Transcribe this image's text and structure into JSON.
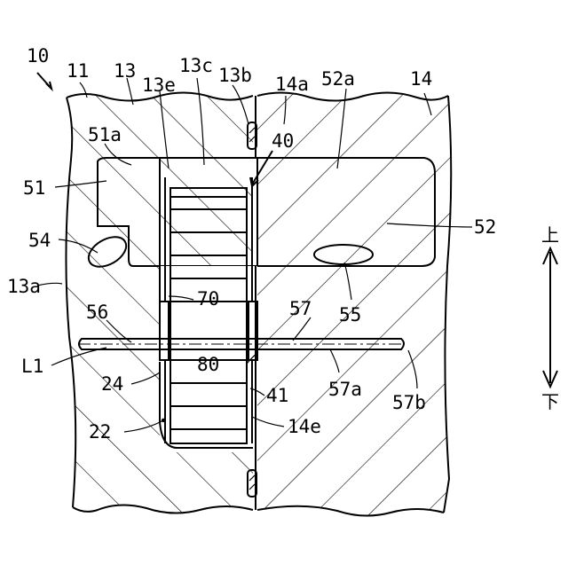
{
  "figure": {
    "ref_numeral": "10",
    "labels": {
      "n11": "11",
      "n13": "13",
      "n13e": "13e",
      "n13c": "13c",
      "n13b": "13b",
      "n14a": "14a",
      "n52a": "52a",
      "n14": "14",
      "n40": "40",
      "n51a": "51a",
      "n51": "51",
      "n52": "52",
      "n54": "54",
      "n13a": "13a",
      "n70": "70",
      "n56": "56",
      "n57": "57",
      "n55": "55",
      "nL1": "L1",
      "n80": "80",
      "n57a": "57a",
      "n57b": "57b",
      "n24": "24",
      "n41": "41",
      "n22": "22",
      "n14e": "14e"
    },
    "direction": {
      "up": "上",
      "down": "下"
    }
  }
}
